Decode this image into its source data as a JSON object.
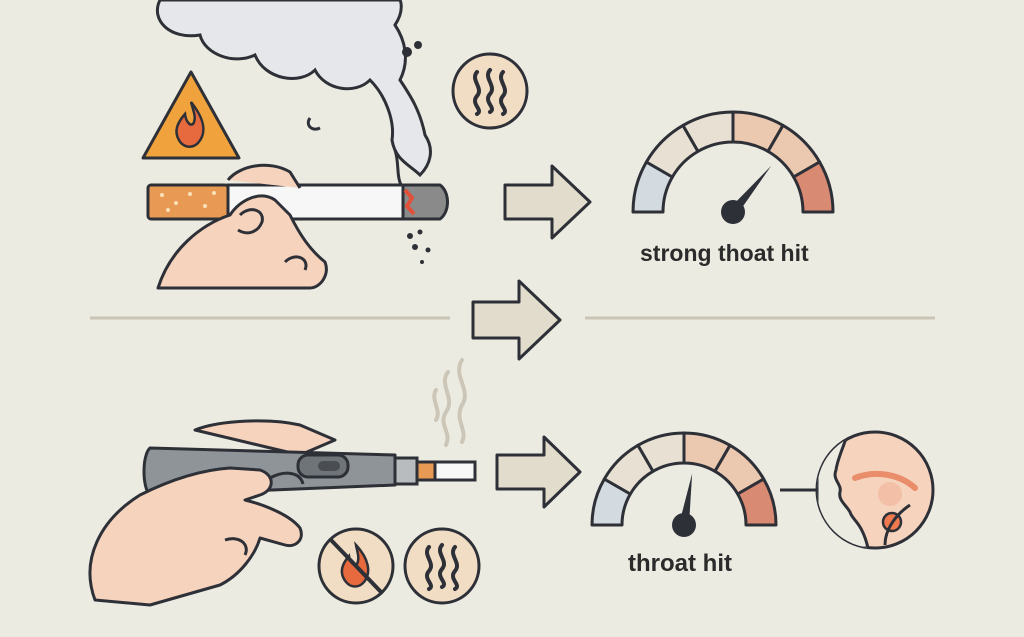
{
  "labels": {
    "strong": "strong thoat hit",
    "throat": "throat hit"
  },
  "gauges": {
    "top_level": 0.72,
    "bottom_level": 0.55
  },
  "colors": {
    "background": "#ecebe1",
    "outline": "#2e3038",
    "arrow_fill": "#e1dccb",
    "gauge_cool": "#d3dbe0",
    "gauge_neutral": "#e7e0d3",
    "gauge_warm": "#ebc9b0",
    "gauge_hot": "#d98a72",
    "flame": "#e76a3e",
    "warning": "#f0a33c",
    "filter": "#e89a55",
    "smoke": "#e6e7ea",
    "device": "#8f9498",
    "skin": "#f6d3bd"
  },
  "icons": [
    "warning-fire-icon",
    "heat-waves-icon",
    "no-fire-icon",
    "heat-waves-icon"
  ]
}
